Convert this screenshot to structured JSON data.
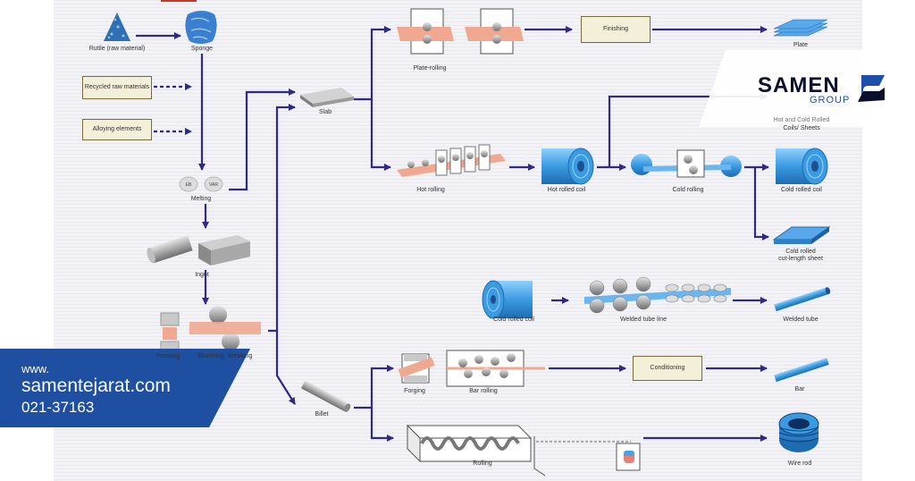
{
  "nodes": {
    "rutile": "Rutile (raw material)",
    "sponge": "Sponge",
    "recycled": "Recycled raw materials",
    "alloying": "Alloying elements",
    "melting": "Melting",
    "melt_eb": "EB",
    "melt_var": "VAR",
    "ingot": "Ingot",
    "pressing": "Pressing",
    "blooming": "Blooming, Breaking",
    "slab": "Slab",
    "billet": "Billet",
    "plate_rolling": "Plate-rolling",
    "finishing": "Finishing",
    "plate": "Plate",
    "hot_rolling": "Hot rolling",
    "hot_rolled_coil": "Hot rolled coil",
    "cold_rolling": "Cold rolling",
    "coils_sheets_1": "Hot and Cold Rolled",
    "coils_sheets_2": "Coils/ Sheets",
    "cold_rolled_coil_right": "Cold rolled coil",
    "cold_rolled_sheet_1": "Cold rolled",
    "cold_rolled_sheet_2": "cut-length sheet",
    "cold_rolled_coil_left": "Cold rolled coil",
    "welded_tube_line": "Welded tube line",
    "welded_tube": "Welded tube",
    "forging": "Forging",
    "bar_rolling": "Bar rolling",
    "conditioning": "Conditioning",
    "bar": "Bar",
    "rolling": "Rolling",
    "wire_rod": "Wire rod"
  },
  "brand": {
    "www": "www.",
    "domain": "samentejarat.com",
    "phone": "021-37163"
  },
  "logo": {
    "word": "SAMEN",
    "group": "GROUP"
  },
  "colors": {
    "arrow": "#2e2a86",
    "box_fill": "#f4efd9",
    "coil_blue": "#3b9be0",
    "brand_blue": "#1f4fa0"
  }
}
